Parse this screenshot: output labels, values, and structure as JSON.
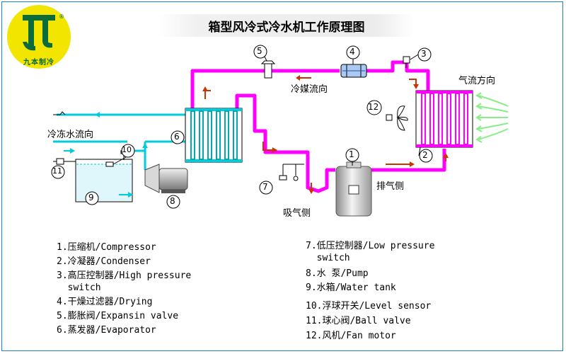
{
  "brand": {
    "name": "九本制冷",
    "registered": "®"
  },
  "title": "箱型风冷式冷水机工作原理图",
  "labels": {
    "airflow": "气流方向",
    "refrigerant_flow": "冷媒流向",
    "chilled_water_flow": "冷冻水流向",
    "discharge": "排气侧",
    "suction": "吸气侧"
  },
  "callouts": [
    "1",
    "2",
    "3",
    "4",
    "5",
    "6",
    "7",
    "8",
    "9",
    "10",
    "11",
    "12"
  ],
  "legend_left": [
    "1.压缩机/Compressor",
    "2.冷凝器/Condenser",
    "3.高压控制器/High pressure",
    "  switch",
    "4.干燥过滤器/Drying",
    "5.膨胀阀/Expansin valve",
    "6.蒸发器/Evaporator"
  ],
  "legend_right": [
    "7.低压控制器/Low pressure",
    "  switch",
    "8.水 泵/Pump",
    "9.水箱/Water tank",
    "10.浮球开关/Level sensor",
    "11.球心阀/Ball valve",
    "12.风机/Fan motor"
  ],
  "colors": {
    "refrigerant_pipe": "#ff00ff",
    "water_pipe": "#00ccdd",
    "arrow": "#cc3300",
    "frame": "#1d7fc4",
    "logo_bg": "#f2e500",
    "logo_fg": "#0c6b3a"
  }
}
